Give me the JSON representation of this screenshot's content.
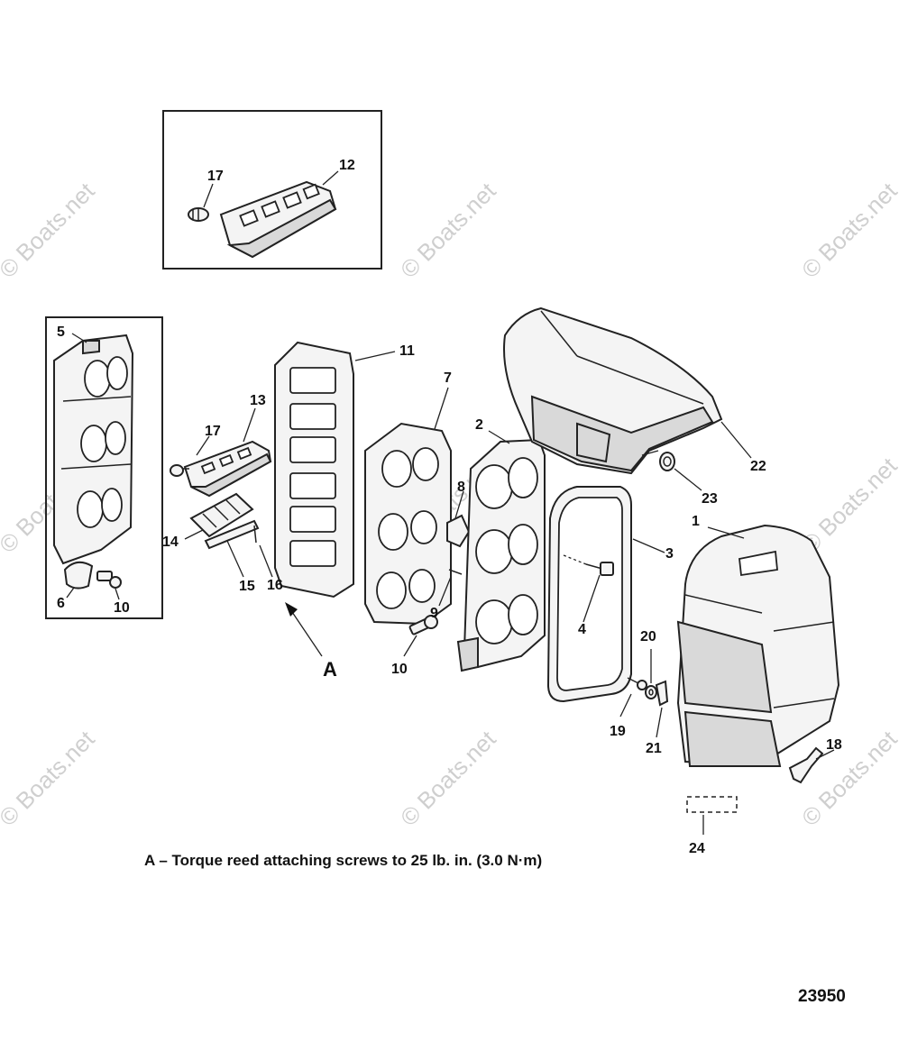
{
  "labels": {
    "p1": "1",
    "p2": "2",
    "p3": "3",
    "p4": "4",
    "p5": "5",
    "p6": "6",
    "p7": "7",
    "p8": "8",
    "p9": "9",
    "p10a": "10",
    "p10b": "10",
    "p11": "11",
    "p12": "12",
    "p13": "13",
    "p14": "14",
    "p15": "15",
    "p16": "16",
    "p17a": "17",
    "p17b": "17",
    "p18": "18",
    "p19": "19",
    "p20": "20",
    "p21": "21",
    "p22": "22",
    "p23": "23",
    "p24": "24"
  },
  "callout": "A",
  "note": "A – Torque reed attaching screws to 25 lb. in. (3.0 N·m)",
  "drawing_number": "23950",
  "watermark": "© Boats.net"
}
